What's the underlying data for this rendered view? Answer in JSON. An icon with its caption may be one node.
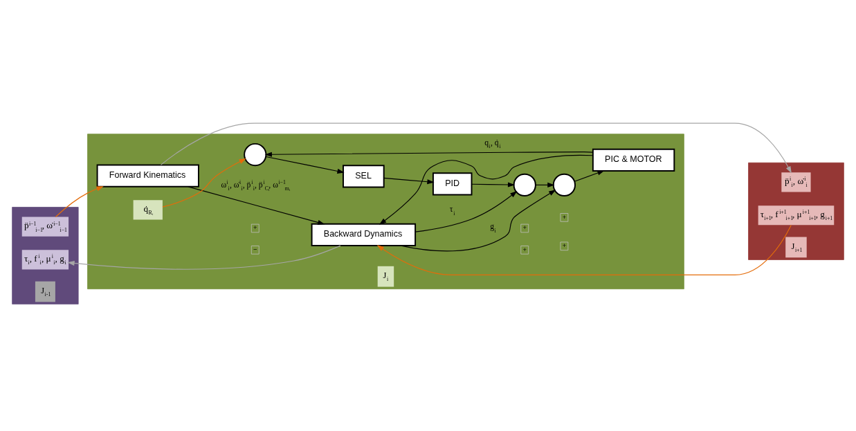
{
  "diagram": {
    "nodes": [
      {
        "text": [
          "J$_{i-1}$"
        ]
      },
      {
        "text": [
          "J$_{i}$"
        ]
      },
      {
        "text": [
          "J$_{i+1}$"
        ]
      },
      {
        "text": [
          "τ$_{i}$, f$^{i}$$_{i}$, μ$^{i}$$_{i}$, g$_{i}$"
        ],
        "in": 0
      },
      {
        "text": [
          "p̈$^{i−1}$$_{i−1}$, ω̇$^{i−1}$$_{i−1}$"
        ],
        "in": 0
      },
      {
        "text": [
          "Forward Kinematics"
        ],
        "in": 1
      },
      {
        "text": [
          "Backward Dynamics"
        ],
        "in": 1
      },
      {
        "text": [
          "q̇$_{Rᵢ}$"
        ],
        "in": 1
      },
      {
        "text": [],
        "shape": "circle",
        "in": 1
      },
      {
        "text": [
          "SEL"
        ],
        "in": 1
      },
      {
        "text": [
          "PID"
        ],
        "in": 1
      },
      {
        "text": [],
        "shape": "circle",
        "in": 1
      },
      {
        "text": [],
        "shape": "circle",
        "in": 1
      },
      {
        "text": [
          "PIC & MOTOR"
        ],
        "in": 1
      },
      {
        "text": [
          "τ$_{i+1}$, f$^{i+1}$$_{i+1}$, μ$^{i+1}$$_{i+1}$, g$_{i+1}$"
        ],
        "in": 2
      },
      {
        "text": [
          "p̈$^{i}$$_{i}$, ω̇$^{i}$$_{i}$"
        ],
        "in": 2
      }
    ],
    "edges": [
      {
        "from": 6,
        "to": 3,
        "arrow": "to",
        "color": "#a6a6a6"
      },
      {
        "from": 6,
        "to": 11,
        "arrow": "to",
        "label": "τ$_{i}$"
      },
      {
        "from": 6,
        "to": 12,
        "arrow": "to",
        "label": "g$_{i}$"
      },
      {
        "from": 4,
        "to": 5,
        "arrow": "to",
        "color": "#e46c0a"
      },
      {
        "from": 5,
        "to": 6,
        "arrow": "to",
        "label": "ω$^{i}$$_{i}$, ω̇$^{i}$$_{i}$, p̈$^{i}$$_{i}$, p̈$^{i}$$_{Cᵢ}$, ω$^{i−1}$$_{mᵢ}$"
      },
      {
        "from": 5,
        "to": 15,
        "arrow": "to",
        "color": "#a6a6a6"
      },
      {
        "from": 14,
        "to": 6,
        "arrow": "to",
        "color": "#e46c0a"
      },
      {
        "from": 7,
        "to": 8,
        "arrow": "to",
        "color": "#e46c0a"
      },
      {
        "from": 8,
        "to": 9,
        "arrow": "to"
      },
      {
        "from": 9,
        "to": 10,
        "arrow": "to"
      },
      {
        "from": 10,
        "to": 11,
        "arrow": "to"
      },
      {
        "from": 11,
        "to": 12,
        "arrow": "to"
      },
      {
        "from": 12,
        "to": 13,
        "arrow": "to"
      },
      {
        "from": 13,
        "to": 8,
        "arrow": "to",
        "label": "q$_{i}$, q̇$_{i}$"
      },
      {
        "from": 13,
        "to": 6,
        "arrow": "to"
      }
    ],
    "labels": [
      "+",
      "+",
      "+",
      "+",
      "+",
      "−"
    ]
  }
}
